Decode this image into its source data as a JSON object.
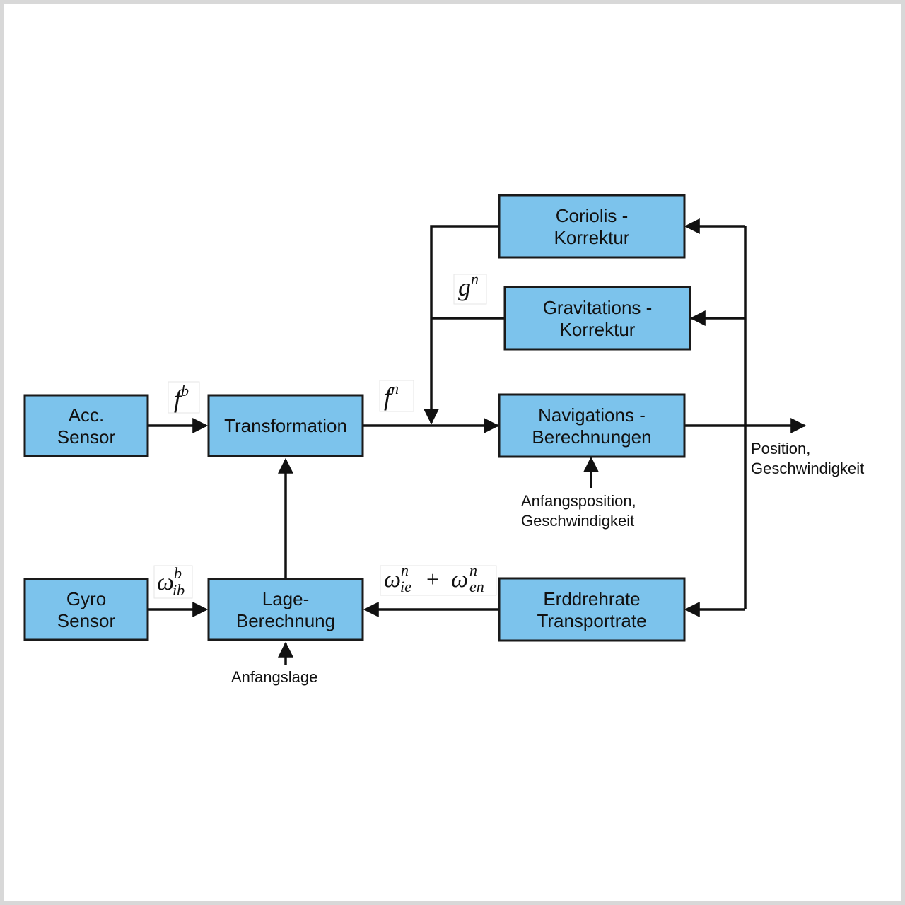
{
  "blocks": {
    "acc": {
      "line1": "Acc.",
      "line2": "Sensor"
    },
    "gyro": {
      "line1": "Gyro",
      "line2": "Sensor"
    },
    "transformation": {
      "line1": "Transformation"
    },
    "lage": {
      "line1": "Lage-",
      "line2": "Berechnung"
    },
    "coriolis": {
      "line1": "Coriolis -",
      "line2": "Korrektur"
    },
    "gravitation": {
      "line1": "Gravitations -",
      "line2": "Korrektur"
    },
    "navigation": {
      "line1": "Navigations -",
      "line2": "Berechnungen"
    },
    "erddrehrate": {
      "line1": "Erddrehrate",
      "line2": "Transportrate"
    }
  },
  "signals": {
    "fb": {
      "base": "f",
      "sup": "b"
    },
    "fn": {
      "base": "f",
      "sup": "n"
    },
    "gn": {
      "base": "g",
      "sup": "n"
    },
    "omega_ib": {
      "base": "ω",
      "sup": "b",
      "sub": "ib"
    },
    "omega_sum": {
      "base1": "ω",
      "sup1": "n",
      "sub1": "ie",
      "plus": "+",
      "base2": "ω",
      "sup2": "n",
      "sub2": "en"
    }
  },
  "notes": {
    "anfangslage": "Anfangslage",
    "anfangsposition_line1": "Anfangsposition,",
    "anfangsposition_line2": "Geschwindigkeit",
    "output_line1": "Position,",
    "output_line2": "Geschwindigkeit"
  },
  "colors": {
    "block_fill": "#7cc3ec",
    "stroke": "#111111",
    "frame": "#d8d8d8"
  }
}
